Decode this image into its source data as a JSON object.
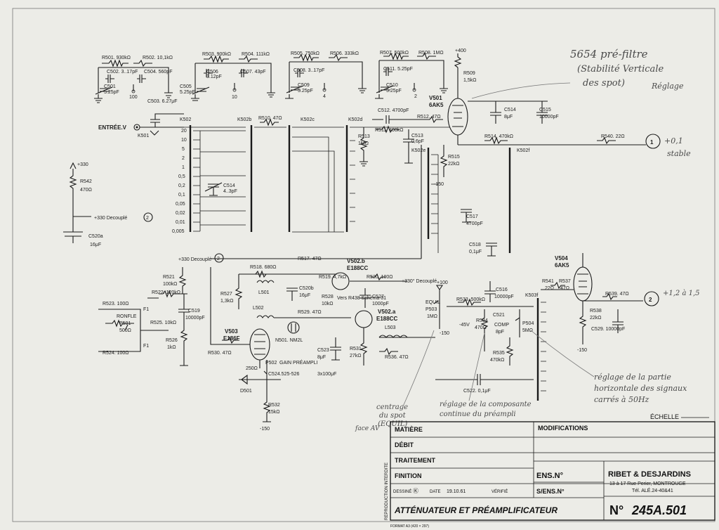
{
  "components": {
    "r501": "R501. 930kΩ",
    "r502": "R502. 10,1kΩ",
    "c502": "C502. 3..17pF",
    "c504": "C504. 560pF",
    "c501": "C501",
    "c501v": "5.25pF",
    "n100": "100",
    "r503": "R503. 900kΩ",
    "r504": "R504. 111kΩ",
    "c506": "C506",
    "c506v": "3.12pF",
    "c507": "C507. 43pF",
    "c505": "C505",
    "c505v": "5.25pF",
    "n10": "10",
    "r505": "R505. 750kΩ",
    "r506": "R506. 333kΩ",
    "c508": "C508. 3..17pF",
    "c509": "C509",
    "c509v": "5.25pF",
    "n4": "4",
    "r507": "R507. 500kΩ",
    "r508": "R508. 1MΩ",
    "c511": "C511. 5.25pF",
    "c510": "C510",
    "c510v": "5.25pF",
    "n2": "2",
    "c503": "C503. 6.27μF",
    "entree": "ENTRÉE.V",
    "k501": "K501",
    "k502": "K502",
    "k502b": "K502b",
    "k502c": "K502c",
    "k502d": "K502d",
    "k502e": "K502e",
    "r510": "R510. 47Ω",
    "sw_pos": [
      "20",
      "10",
      "5",
      "2",
      "1",
      "0,5",
      "0,2",
      "0,1",
      "0,05",
      "0,02",
      "0,01",
      "0,005"
    ],
    "c514trim": "C514",
    "c514v": "4..3pF",
    "c512": "C512. 4700pF",
    "r511": "R511. 400kΩ",
    "r512": "R512. 47Ω",
    "r513": "R513",
    "r513v": "1MΩ",
    "c513": "C513",
    "c513v": "0,6pF",
    "r515": "R515",
    "r515v": "22kΩ",
    "m150a": "-150",
    "r509": "R509",
    "r509v": "1,5kΩ",
    "p400": "+400",
    "v501": "V501",
    "v501t": "6AK5",
    "c514": "C514",
    "c514b": "8μF",
    "c515": "C515",
    "c515b": "10000pF",
    "r514": "R514. 470kΩ",
    "k502f": "K502f",
    "r540": "R540. 22Ω",
    "out1": "1",
    "out1v": "+0,1",
    "p330": "+330",
    "r542": "R542",
    "r542v": "470Ω",
    "dec330": "+330 Decouplé",
    "dec2": "2",
    "c520a": "C520a",
    "c520av": "16μF",
    "c517": "C517",
    "c517v": "4700pF",
    "c518": "C518",
    "c518v": "0,1μF",
    "dec330b": "+330 Decouplé",
    "dec2b": "2",
    "r521": "R521",
    "r521v": "100kΩ",
    "r522": "R522. 120kΩ",
    "r523": "R523. 100Ω",
    "f1a": "F1",
    "ronfle": "RONFLE",
    "p501": "P501",
    "p501v": "500Ω",
    "r525": "R525. 10kΩ",
    "f1b": "F1",
    "r524": "R524. 100Ω",
    "c519": "C519",
    "c519v": "10000pF",
    "r526": "R526",
    "r526v": "1kΩ",
    "r527": "R527",
    "r527v": "1,3kΩ",
    "r518": "R518. 680Ω",
    "l501": "L501",
    "c520b": "C520b",
    "c520bv": "16μF",
    "r517": "R517. 47Ω",
    "r519": "R519. 4,7kΩ",
    "v502b": "V502.b",
    "v502bt": "E188CC",
    "r520": "R520. 100Ω",
    "dec330c": "+330° Decouplé",
    "c527": "C527",
    "c527v": "1000pF",
    "r528": "R528",
    "r528v": "10kΩ",
    "versr": "Vers R438 Schéma 01",
    "l502": "L502",
    "r529": "R529. 47Ω",
    "v503": "V503",
    "v503t": "E186F",
    "n501": "N501. NM2L",
    "v502a": "V502.a",
    "v502at": "E188CC",
    "l503": "L503",
    "r530": "R530. 47Ω",
    "c523": "C523",
    "c523v": "8μF",
    "r531": "R531",
    "r531v": "27kΩ",
    "r536": "R536. 47Ω",
    "p502": "P502",
    "p502v": "250Ω",
    "gain": "GAIN PRÉAMPLI",
    "d501": "D501",
    "c524": "C524.525-526",
    "c524v": "3x100μF",
    "r532": "R532",
    "r532v": "15kΩ",
    "m150b": "-150",
    "p100": "+100",
    "equil": "EQUIL",
    "p503": "P503",
    "p503v": "1MΩ",
    "m150c": "-150",
    "r533": "R533. 500kΩ",
    "m45": "-45V",
    "c516": "C516",
    "c516v": "10000pF",
    "r534": "R534",
    "r534v": "470Ω",
    "comp": "COMP",
    "c521": "C521",
    "c521v": "8pF",
    "p504": "P504",
    "p504v": "5MΩ",
    "r535": "R535",
    "r535v": "470kΩ",
    "k503f": "K503f",
    "c522": "C522. 0,1μF",
    "v504": "V504",
    "v504t": "6AK5",
    "r541": "R541",
    "r537": "R537",
    "r541v": "22Ω",
    "r537v": "47Ω",
    "r538": "R538",
    "r538v": "22kΩ",
    "r539": "R539. 47Ω",
    "out2": "2",
    "out2v": "+1,2 à 1,5",
    "c529": "C529. 10000pF",
    "m150d": "-150"
  },
  "annotations": {
    "note1a": "5654 pré-filtre",
    "note1b": "(Stabilité Verticale",
    "note1c": "des spot)",
    "note1d": "Réglage",
    "note2": "stable",
    "note3a": "réglage de la partie",
    "note3b": "horizontale des signaux",
    "note3c": "carrés à 50Hz",
    "note4a": "réglage de la composante",
    "note4b": "continue du préampli",
    "note5a": "centrage",
    "note5b": "du spot",
    "note5c": "(EQUIL)",
    "note5d": "face AV"
  },
  "title_block": {
    "echelle": "ÉCHELLE",
    "matiere": "MATIÈRE",
    "debit": "DÉBIT",
    "traitement": "TRAITEMENT",
    "finition": "FINITION",
    "modifications": "MODIFICATIONS",
    "ens": "ENS.N°",
    "sens": "S/ENS.N°",
    "dessine": "DESSINÉ",
    "dessine_val": "Ⓚ",
    "date": "DATE",
    "date_val": "19.10.61",
    "verifie": "VÉRIFIÉ",
    "title": "ATTÉNUATEUR ET PRÉAMPLIFICATEUR",
    "company": "RIBET & DESJARDINS",
    "address": "13 à 17 Rue Perier, MONTROUGE",
    "tel": "Tél. ALÉ.24-40&41",
    "number_label": "N°",
    "number": "245A.501",
    "side": "REPRODUCTION INTERDITE",
    "format": "FORMAT A3 (420 × 297)"
  }
}
